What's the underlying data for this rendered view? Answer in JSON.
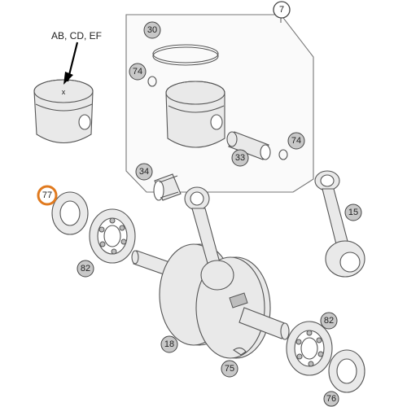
{
  "variant_note": "AB, CD, EF",
  "piston_mark": "x",
  "callouts": {
    "c7": "7",
    "c30": "30",
    "c74a": "74",
    "c74b": "74",
    "c33": "33",
    "c34": "34",
    "c77": "77",
    "c82a": "82",
    "c82b": "82",
    "c15": "15",
    "c18": "18",
    "c75": "75",
    "c76": "76"
  },
  "highlight_color": "#e07a1f",
  "callout_fill": "#c8c8c8"
}
